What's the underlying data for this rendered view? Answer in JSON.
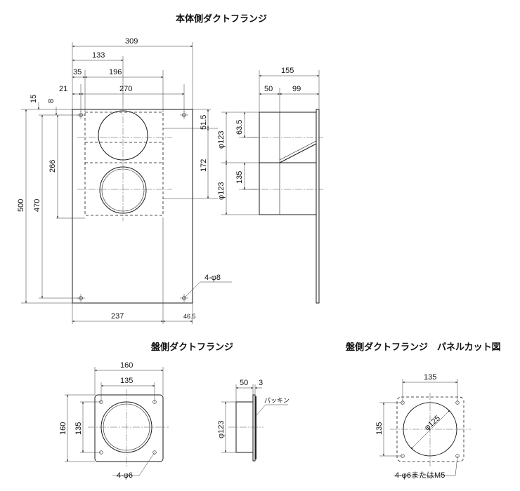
{
  "titles": {
    "main": "本体側ダクトフランジ",
    "panel_flange": "盤側ダクトフランジ",
    "panel_cutout": "盤側ダクトフランジ　パネルカット図"
  },
  "main_front": {
    "dims": {
      "w309": "309",
      "w133": "133",
      "w35": "35",
      "w196": "196",
      "w21": "21",
      "w270": "270",
      "v15": "15",
      "v8": "8",
      "v266": "266",
      "v470": "470",
      "v500": "500",
      "v51_5": "51.5",
      "v172": "172",
      "w237": "237",
      "w46_5": "46.5"
    },
    "hole_note": "4-φ8"
  },
  "main_side": {
    "dims": {
      "w155": "155",
      "w50": "50",
      "w99": "99",
      "v63_5": "63.5",
      "v135": "135",
      "d123a": "φ123",
      "d123b": "φ123"
    }
  },
  "panel_front": {
    "dims": {
      "w160": "160",
      "w135": "135",
      "v160": "160",
      "v135": "135"
    },
    "hole_note": "4-φ6"
  },
  "panel_side": {
    "dims": {
      "w50": "50",
      "w3": "3",
      "d123": "φ123"
    },
    "gasket": "パッキン"
  },
  "panel_cut": {
    "dims": {
      "w135": "135",
      "v135": "135",
      "d125": "φ125"
    },
    "hole_note": "4-φ6またはM5"
  }
}
